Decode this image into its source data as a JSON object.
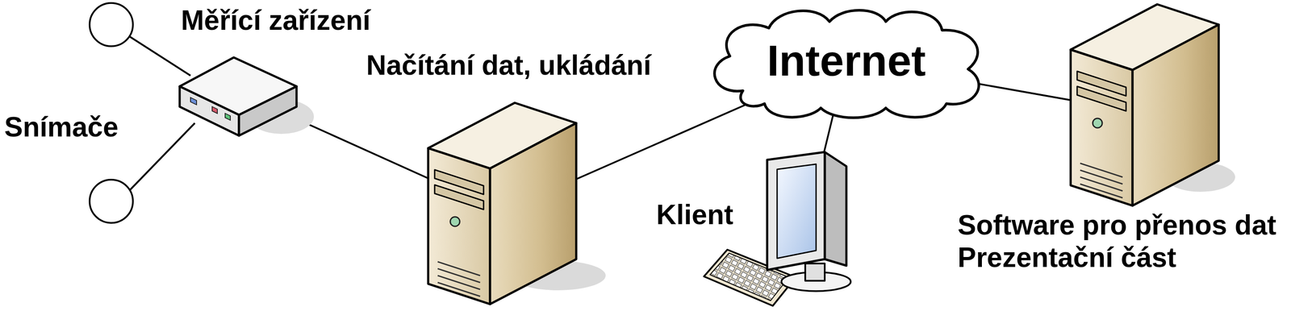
{
  "diagram": {
    "nodes": [
      {
        "text": [
          "Měřící zařízení"
        ]
      },
      {
        "text": [
          "Načítání dat, ukládání"
        ]
      },
      {
        "text": [
          "Internet"
        ]
      },
      {
        "text": [
          "Klient"
        ]
      },
      {
        "text": [
          "Software pro přenos dat",
          "Prezentační část"
        ]
      }
    ],
    "edges": [
      {
        "from": 0,
        "to": 1,
        "arrow": "none"
      },
      {
        "from": 1,
        "to": 2,
        "arrow": "none"
      },
      {
        "from": 2,
        "to": 3,
        "arrow": "none"
      },
      {
        "from": 2,
        "to": 4,
        "arrow": "none"
      }
    ],
    "labels": [
      "Snímače"
    ]
  }
}
